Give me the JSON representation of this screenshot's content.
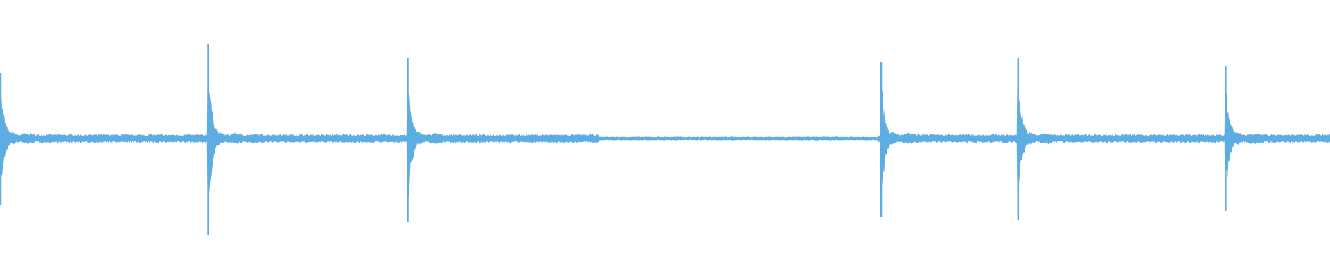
{
  "waveform": {
    "color": "#5dade2",
    "background": "#ffffff",
    "onsets": [
      {
        "at": 0.0,
        "peak_up": 0.47,
        "peak_down": 0.48
      },
      {
        "at": 0.156,
        "peak_up": 0.68,
        "peak_down": 0.7
      },
      {
        "at": 0.306,
        "peak_up": 0.58,
        "peak_down": 0.6
      },
      {
        "at": 0.662,
        "peak_up": 0.55,
        "peak_down": 0.57
      },
      {
        "at": 0.765,
        "peak_up": 0.58,
        "peak_down": 0.59
      },
      {
        "at": 0.921,
        "peak_up": 0.52,
        "peak_down": 0.52
      }
    ],
    "baseline_level": 0.03,
    "quiet_section": [
      0.45,
      0.66
    ]
  }
}
